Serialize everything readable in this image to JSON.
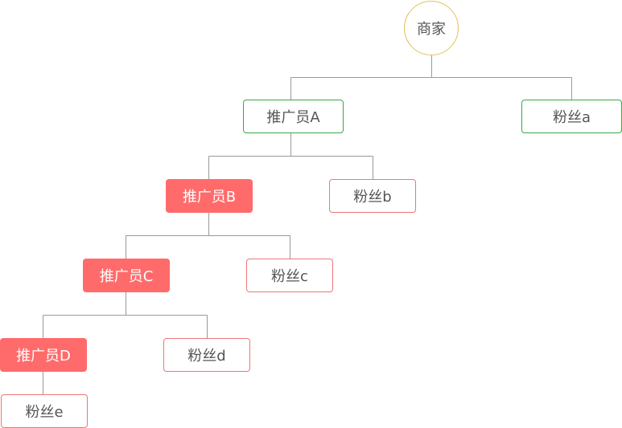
{
  "diagram": {
    "type": "tree",
    "colors": {
      "root_border": "#e3c15f",
      "level1_border": "#3aa84a",
      "promoter_fill": "#ff6b6b",
      "fan_border": "#ef7575",
      "connector": "#999999"
    },
    "nodes": {
      "root": {
        "label": "商家"
      },
      "promoter_a": {
        "label": "推广员A",
        "parent": "商家"
      },
      "fan_a": {
        "label": "粉丝a",
        "parent": "商家"
      },
      "promoter_b": {
        "label": "推广员B",
        "parent": "推广员A"
      },
      "fan_b": {
        "label": "粉丝b",
        "parent": "推广员A"
      },
      "promoter_c": {
        "label": "推广员C",
        "parent": "推广员B"
      },
      "fan_c": {
        "label": "粉丝c",
        "parent": "推广员B"
      },
      "promoter_d": {
        "label": "推广员D",
        "parent": "推广员C"
      },
      "fan_d": {
        "label": "粉丝d",
        "parent": "推广员C"
      },
      "fan_e": {
        "label": "粉丝e",
        "parent": "推广员D"
      }
    }
  }
}
